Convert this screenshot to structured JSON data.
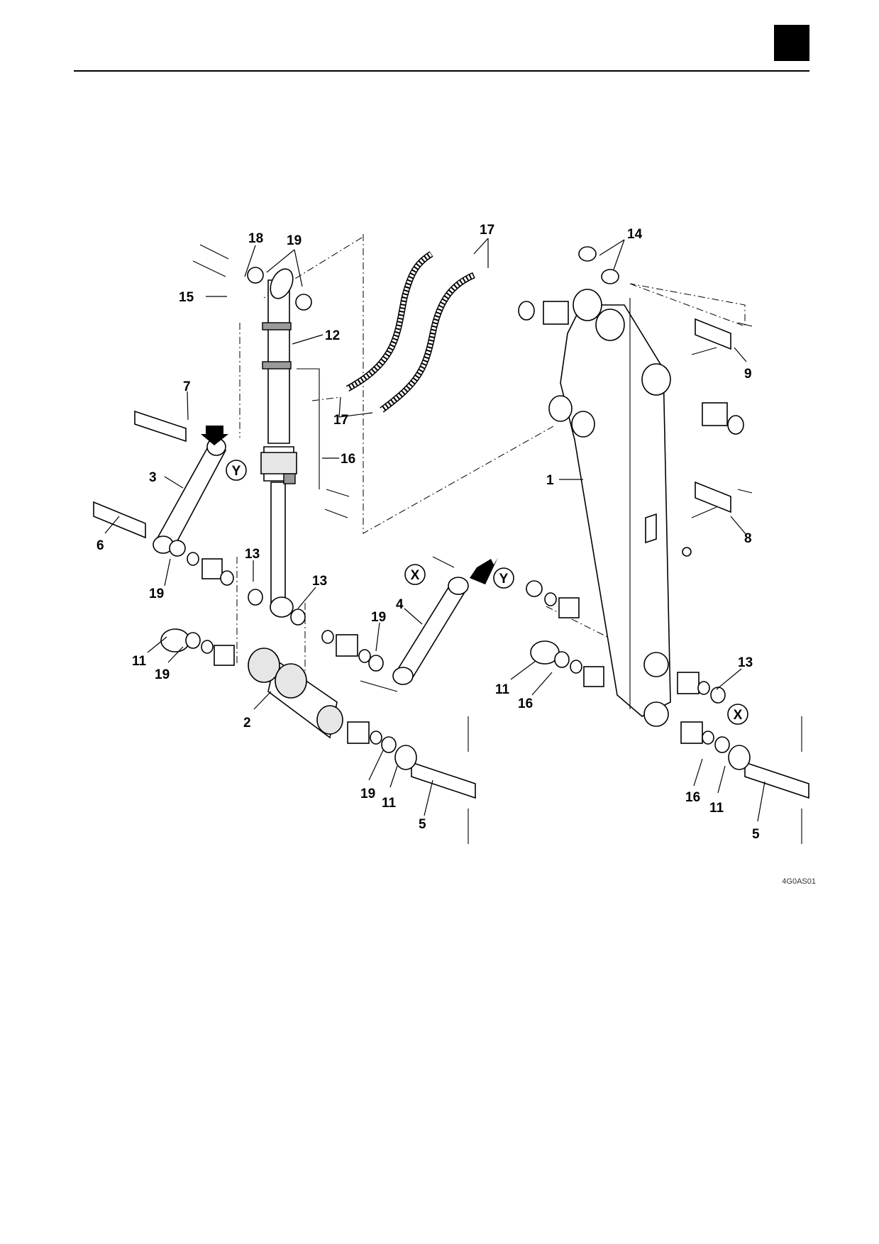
{
  "drawing_code": "4G0AS01",
  "callouts": [
    {
      "label": "18"
    },
    {
      "label": "19"
    },
    {
      "label": "17"
    },
    {
      "label": "14"
    },
    {
      "label": "15"
    },
    {
      "label": "12"
    },
    {
      "label": "9"
    },
    {
      "label": "7"
    },
    {
      "label": "17"
    },
    {
      "label": "16"
    },
    {
      "label": "3"
    },
    {
      "label": "1"
    },
    {
      "label": "6"
    },
    {
      "label": "8"
    },
    {
      "label": "13"
    },
    {
      "label": "13"
    },
    {
      "label": "19"
    },
    {
      "label": "19"
    },
    {
      "label": "4"
    },
    {
      "label": "11"
    },
    {
      "label": "19"
    },
    {
      "label": "11"
    },
    {
      "label": "16"
    },
    {
      "label": "13"
    },
    {
      "label": "2"
    },
    {
      "label": "19"
    },
    {
      "label": "11"
    },
    {
      "label": "5"
    },
    {
      "label": "16"
    },
    {
      "label": "11"
    },
    {
      "label": "5"
    }
  ],
  "markers": [
    {
      "label": "Y"
    },
    {
      "label": "X"
    },
    {
      "label": "Y"
    },
    {
      "label": "X"
    }
  ]
}
